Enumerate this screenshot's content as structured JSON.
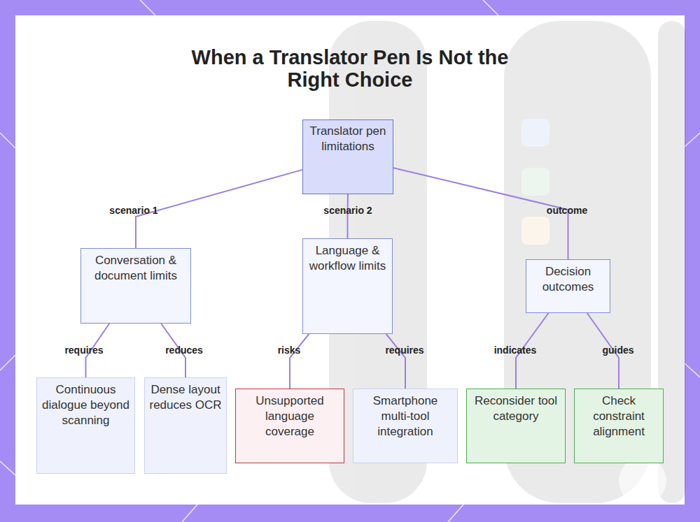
{
  "diagram": {
    "title": "When a Translator Pen Is Not the Right Choice",
    "nodes": [
      {
        "text": [
          "Translator pen limitations"
        ]
      },
      {
        "text": [
          "Conversation & document limits"
        ]
      },
      {
        "text": [
          "Language & workflow limits"
        ]
      },
      {
        "text": [
          "Decision outcomes"
        ]
      },
      {
        "text": [
          "Continuous dialogue beyond scanning"
        ]
      },
      {
        "text": [
          "Dense layout reduces OCR"
        ]
      },
      {
        "text": [
          "Unsupported language coverage"
        ]
      },
      {
        "text": [
          "Smartphone multi-tool integration"
        ]
      },
      {
        "text": [
          "Reconsider tool category"
        ]
      },
      {
        "text": [
          "Check constraint alignment"
        ]
      }
    ],
    "edges": [
      {
        "from": 0,
        "to": 1,
        "label": "scenario 1",
        "arrow": "none"
      },
      {
        "from": 0,
        "to": 2,
        "label": "scenario 2",
        "arrow": "none"
      },
      {
        "from": 0,
        "to": 3,
        "label": "outcome",
        "arrow": "none"
      },
      {
        "from": 1,
        "to": 4,
        "label": "requires",
        "arrow": "none"
      },
      {
        "from": 1,
        "to": 5,
        "label": "reduces",
        "arrow": "none"
      },
      {
        "from": 2,
        "to": 6,
        "label": "risks",
        "arrow": "none"
      },
      {
        "from": 2,
        "to": 7,
        "label": "requires",
        "arrow": "none"
      },
      {
        "from": 3,
        "to": 8,
        "label": "indicates",
        "arrow": "none"
      },
      {
        "from": 3,
        "to": 9,
        "label": "guides",
        "arrow": "none"
      }
    ]
  }
}
